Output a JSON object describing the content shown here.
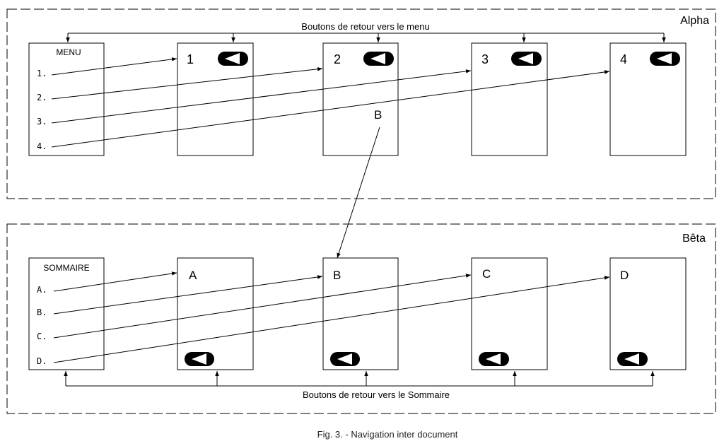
{
  "caption": "Fig. 3. - Navigation inter document",
  "alpha": {
    "title": "Alpha",
    "return_label": "Boutons de retour vers le menu",
    "index_title": "MENU",
    "index_items": [
      "1.",
      "2.",
      "3.",
      "4."
    ],
    "pages": [
      "1",
      "2",
      "3",
      "4"
    ],
    "cross_link_label": "B"
  },
  "beta": {
    "title": "Bêta",
    "return_label": "Boutons de retour vers le Sommaire",
    "index_title": "SOMMAIRE",
    "index_items": [
      "A.",
      "B.",
      "C.",
      "D."
    ],
    "pages": [
      "A",
      "B",
      "C",
      "D"
    ]
  },
  "icons": {
    "back_button": "back-arrow-pill-icon"
  },
  "colors": {
    "ink": "#000000",
    "paper": "#ffffff"
  }
}
